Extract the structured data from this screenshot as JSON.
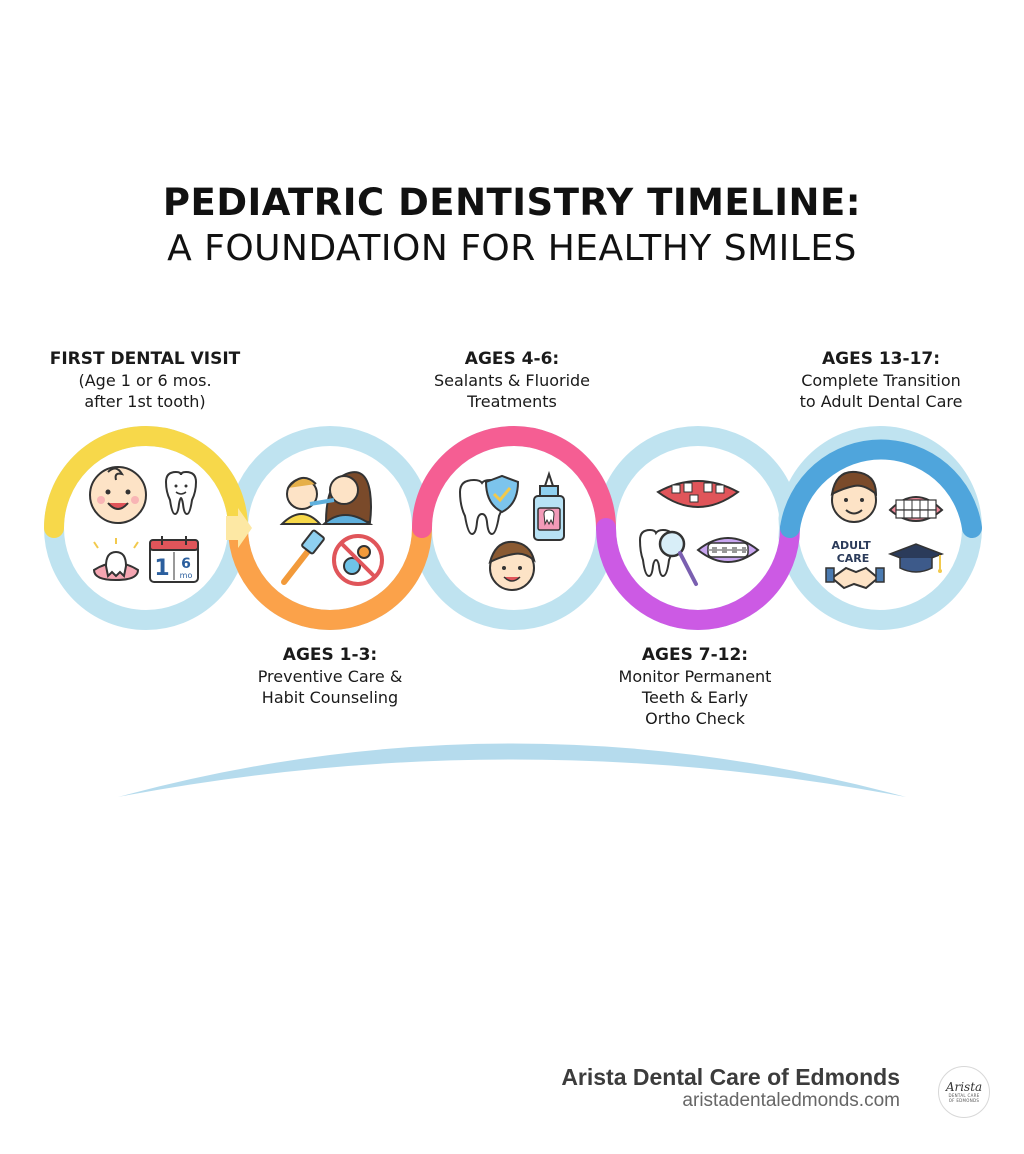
{
  "title": {
    "line1": "PEDIATRIC DENTISTRY TIMELINE:",
    "line2": "A FOUNDATION FOR HEALTHY SMILES"
  },
  "stages": [
    {
      "heading": "FIRST DENTAL VISIT",
      "description": "(Age 1 or 6 mos.\nafter 1st tooth)",
      "color": "#f7d84a",
      "icons": [
        "baby-face-icon",
        "happy-tooth-icon",
        "baby-tooth-gum-icon",
        "calendar-icon"
      ],
      "calendar_digits": [
        "1",
        "6"
      ],
      "calendar_unit": "mo"
    },
    {
      "heading": "AGES 1-3:",
      "description": "Preventive Care &\nHabit Counseling",
      "color": "#fba24a",
      "icons": [
        "parent-brushing-child-icon",
        "toothbrush-icon",
        "no-pacifier-icon"
      ]
    },
    {
      "heading": "AGES 4-6:",
      "description": "Sealants & Fluoride\nTreatments",
      "color": "#f55e93",
      "icons": [
        "tooth-shield-icon",
        "fluoride-bottle-icon",
        "child-face-icon"
      ]
    },
    {
      "heading": "AGES 7-12:",
      "description": "Monitor Permanent\nTeeth & Early\nOrtho Check",
      "color": "#cc5ae4",
      "icons": [
        "mixed-teeth-mouth-icon",
        "tooth-magnifier-icon",
        "braces-icon"
      ]
    },
    {
      "heading": "AGES 13-17:",
      "description": "Complete Transition\nto Adult Dental Care",
      "color": "#4fa5dc",
      "icons": [
        "teen-face-icon",
        "adult-teeth-icon",
        "adult-care-text-icon",
        "handshake-icon",
        "graduation-cap-icon"
      ],
      "adult_care_text": "ADULT\nCARE"
    }
  ],
  "footer": {
    "name": "Arista Dental Care of Edmonds",
    "url": "aristadentaledmonds.com",
    "logo_script": "Arista",
    "logo_tagline": "DENTAL CARE\nOF EDMONDS"
  },
  "colors": {
    "ring_base": "#bfe3f0",
    "arc": "#a8d5ea"
  }
}
